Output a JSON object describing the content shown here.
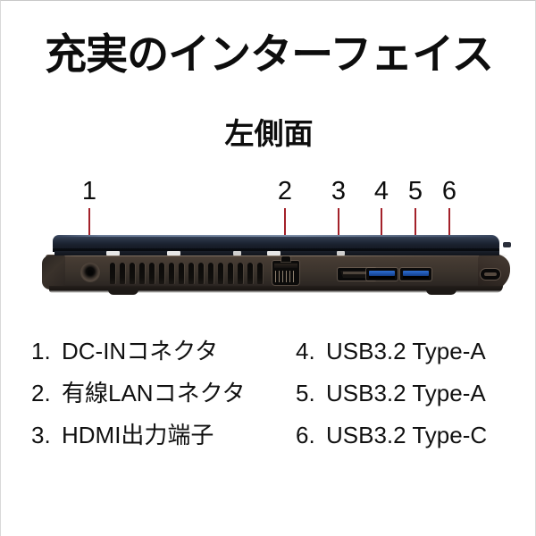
{
  "page": {
    "title": "充実のインターフェイス",
    "subtitle": "左側面",
    "accent_color": "#a3212a",
    "background_color": "#ffffff"
  },
  "callouts": [
    {
      "number": "1",
      "target": "dc-in-jack"
    },
    {
      "number": "2",
      "target": "lan-port"
    },
    {
      "number": "3",
      "target": "hdmi-port"
    },
    {
      "number": "4",
      "target": "usb-a-port-1"
    },
    {
      "number": "5",
      "target": "usb-a-port-2"
    },
    {
      "number": "6",
      "target": "usb-c-port"
    }
  ],
  "legend": {
    "column_left": [
      {
        "index": "1.",
        "label": "DC-INコネクタ"
      },
      {
        "index": "2.",
        "label": "有線LANコネクタ"
      },
      {
        "index": "3.",
        "label": "HDMI出力端子"
      }
    ],
    "column_right": [
      {
        "index": "4.",
        "label": "USB3.2 Type-A"
      },
      {
        "index": "5.",
        "label": "USB3.2 Type-A"
      },
      {
        "index": "6.",
        "label": "USB3.2 Type-C"
      }
    ]
  },
  "device": {
    "view": "左側面",
    "lid_color": "#222a3a",
    "body_color": "#3b332c",
    "usb_tongue_color": "#1e54ad"
  }
}
